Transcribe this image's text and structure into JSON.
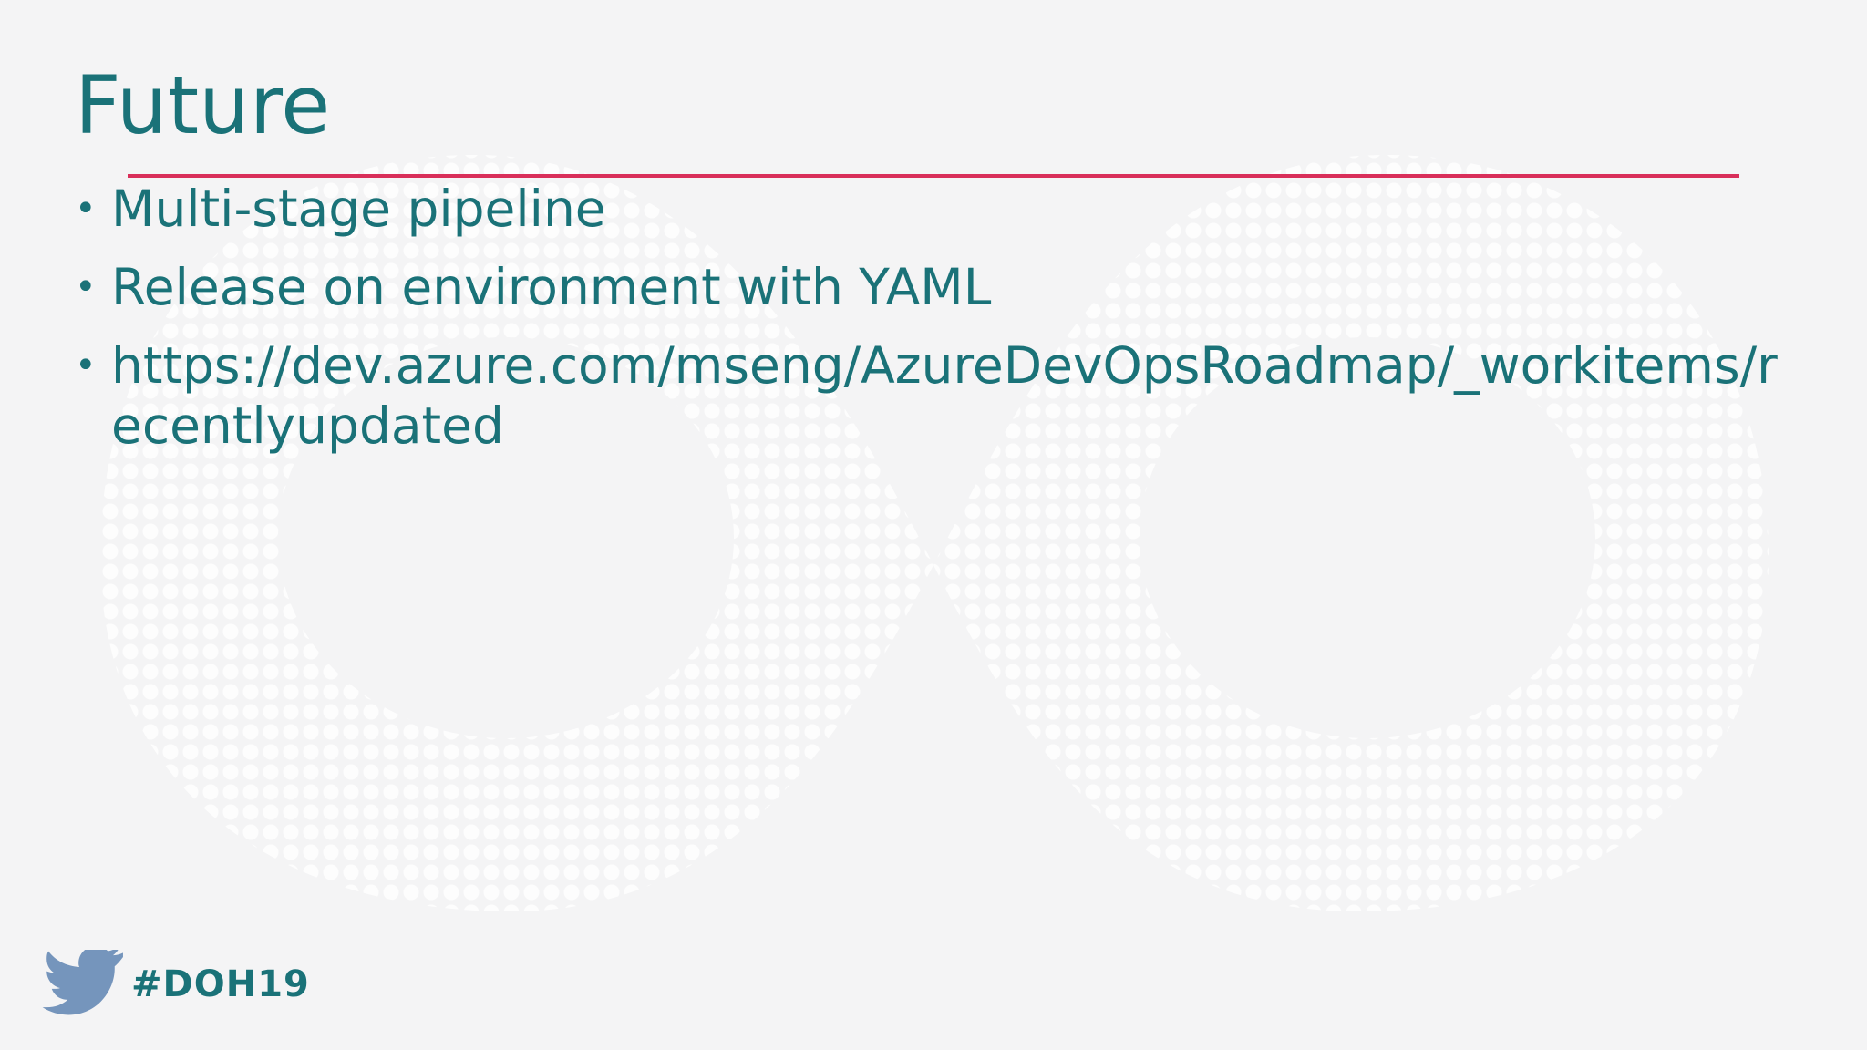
{
  "slide": {
    "title": "Future",
    "bullets": [
      {
        "text": "Multi-stage pipeline"
      },
      {
        "text": "Release on environment with YAML"
      },
      {
        "text": "https://dev.azure.com/mseng/AzureDevOpsRoadmap/_workitems/recentlyupdated"
      }
    ]
  },
  "footer": {
    "hashtag": "#DOH19",
    "icon": "twitter-bird-icon"
  },
  "colors": {
    "text": "#1a7278",
    "accent": "#d92f5a",
    "background": "#f4f4f5",
    "pattern": "#ffffff",
    "bird": "#6e8fb8"
  }
}
